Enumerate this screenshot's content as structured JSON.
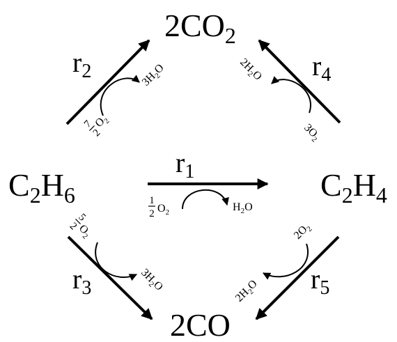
{
  "species": {
    "co2": {
      "coef": "2",
      "base": "CO",
      "sub": "2"
    },
    "co": {
      "coef": "2",
      "base": "CO"
    },
    "c2h6": {
      "a": "C",
      "a_sub": "2",
      "b": "H",
      "b_sub": "6"
    },
    "c2h4": {
      "a": "C",
      "a_sub": "2",
      "b": "H",
      "b_sub": "4"
    }
  },
  "reactions": {
    "r1": {
      "label": "r",
      "index": "1",
      "reactant": {
        "num": "1",
        "den": "2",
        "species": "O",
        "sub": "2"
      },
      "product": {
        "species": "H",
        "sub": "2",
        "tail": "O"
      }
    },
    "r2": {
      "label": "r",
      "index": "2",
      "reactant": {
        "num": "7",
        "den": "2",
        "species": "O",
        "sub": "2"
      },
      "product": {
        "coef": "3",
        "species": "H",
        "sub": "2",
        "tail": "O"
      }
    },
    "r3": {
      "label": "r",
      "index": "3",
      "reactant": {
        "num": "5",
        "den": "2",
        "species": "O",
        "sub": "2"
      },
      "product": {
        "coef": "3",
        "species": "H",
        "sub": "2",
        "tail": "O"
      }
    },
    "r4": {
      "label": "r",
      "index": "4",
      "reactant": {
        "coef": "3",
        "species": "O",
        "sub": "2"
      },
      "product": {
        "coef": "2",
        "species": "H",
        "sub": "2",
        "tail": "O"
      }
    },
    "r5": {
      "label": "r",
      "index": "5",
      "reactant": {
        "coef": "2",
        "species": "O",
        "sub": "2"
      },
      "product": {
        "coef": "2",
        "species": "H",
        "sub": "2",
        "tail": "O"
      }
    }
  }
}
